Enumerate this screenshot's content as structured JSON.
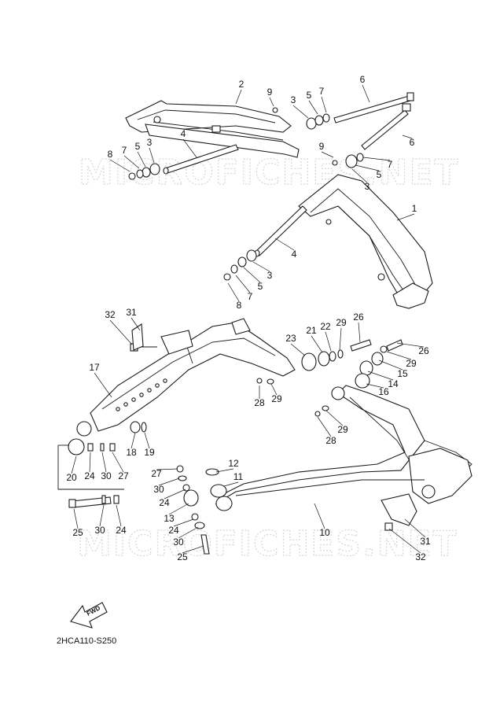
{
  "watermark": "MICROFICHES.NET",
  "diagram_code": "2HCA110-S250",
  "fwd_label": "FWD",
  "callouts": [
    {
      "id": "c-2",
      "text": "2"
    },
    {
      "id": "c-9a",
      "text": "9"
    },
    {
      "id": "c-3a",
      "text": "3"
    },
    {
      "id": "c-5a",
      "text": "5"
    },
    {
      "id": "c-7a",
      "text": "7"
    },
    {
      "id": "c-6a",
      "text": "6"
    },
    {
      "id": "c-3b",
      "text": "3"
    },
    {
      "id": "c-5b",
      "text": "5"
    },
    {
      "id": "c-7b",
      "text": "7"
    },
    {
      "id": "c-8a",
      "text": "8"
    },
    {
      "id": "c-4a",
      "text": "4"
    },
    {
      "id": "c-6b",
      "text": "6"
    },
    {
      "id": "c-9b",
      "text": "9"
    },
    {
      "id": "c-7c",
      "text": "7"
    },
    {
      "id": "c-5c",
      "text": "5"
    },
    {
      "id": "c-3c",
      "text": "3"
    },
    {
      "id": "c-1",
      "text": "1"
    },
    {
      "id": "c-4b",
      "text": "4"
    },
    {
      "id": "c-3d",
      "text": "3"
    },
    {
      "id": "c-5d",
      "text": "5"
    },
    {
      "id": "c-7d",
      "text": "7"
    },
    {
      "id": "c-8b",
      "text": "8"
    },
    {
      "id": "c-32a",
      "text": "32"
    },
    {
      "id": "c-31a",
      "text": "31"
    },
    {
      "id": "c-23",
      "text": "23"
    },
    {
      "id": "c-21",
      "text": "21"
    },
    {
      "id": "c-22",
      "text": "22"
    },
    {
      "id": "c-29a",
      "text": "29"
    },
    {
      "id": "c-26a",
      "text": "26"
    },
    {
      "id": "c-26b",
      "text": "26"
    },
    {
      "id": "c-29b",
      "text": "29"
    },
    {
      "id": "c-15",
      "text": "15"
    },
    {
      "id": "c-14",
      "text": "14"
    },
    {
      "id": "c-16",
      "text": "16"
    },
    {
      "id": "c-17",
      "text": "17"
    },
    {
      "id": "c-28a",
      "text": "28"
    },
    {
      "id": "c-29c",
      "text": "29"
    },
    {
      "id": "c-29d",
      "text": "29"
    },
    {
      "id": "c-28b",
      "text": "28"
    },
    {
      "id": "c-18",
      "text": "18"
    },
    {
      "id": "c-19",
      "text": "19"
    },
    {
      "id": "c-20",
      "text": "20"
    },
    {
      "id": "c-24a",
      "text": "24"
    },
    {
      "id": "c-30a",
      "text": "30"
    },
    {
      "id": "c-27a",
      "text": "27"
    },
    {
      "id": "c-27b",
      "text": "27"
    },
    {
      "id": "c-30b",
      "text": "30"
    },
    {
      "id": "c-12",
      "text": "12"
    },
    {
      "id": "c-11",
      "text": "11"
    },
    {
      "id": "c-24b",
      "text": "24"
    },
    {
      "id": "c-13",
      "text": "13"
    },
    {
      "id": "c-24c",
      "text": "24"
    },
    {
      "id": "c-30c",
      "text": "30"
    },
    {
      "id": "c-25a",
      "text": "25"
    },
    {
      "id": "c-10",
      "text": "10"
    },
    {
      "id": "c-25b",
      "text": "25"
    },
    {
      "id": "c-30d",
      "text": "30"
    },
    {
      "id": "c-24d",
      "text": "24"
    },
    {
      "id": "c-31b",
      "text": "31"
    },
    {
      "id": "c-32b",
      "text": "32"
    }
  ]
}
